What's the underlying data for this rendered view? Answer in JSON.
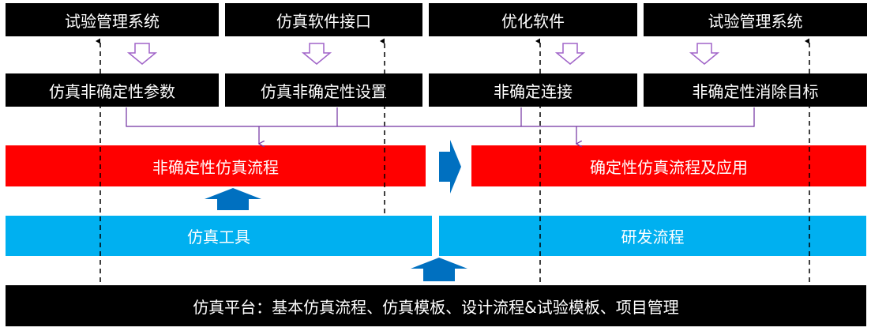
{
  "colors": {
    "black_box": "#000000",
    "red_box": "#ff0000",
    "cyan_box": "#00b0f0",
    "blue_arrow": "#0070c0",
    "purple_line": "#7030a0",
    "hollow_arrow_stroke": "#a064c8"
  },
  "top_row": [
    "试验管理系统",
    "仿真软件接口",
    "优化软件",
    "试验管理系统"
  ],
  "second_row": [
    "仿真非确定性参数",
    "仿真非确定性设置",
    "非确定连接",
    "非确定性消除目标"
  ],
  "process": {
    "left": "非确定性仿真流程",
    "right": "确定性仿真流程及应用"
  },
  "tools": {
    "left": "仿真工具",
    "right": "研发流程"
  },
  "platform": "仿真平台：基本仿真流程、仿真模板、设计流程&试验模板、项目管理",
  "icons": {
    "hollow_down_arrow": "hollow-down-arrow-icon",
    "blue_up_arrow": "blue-up-arrow-icon",
    "blue_right_arrow": "blue-right-arrow-icon"
  }
}
